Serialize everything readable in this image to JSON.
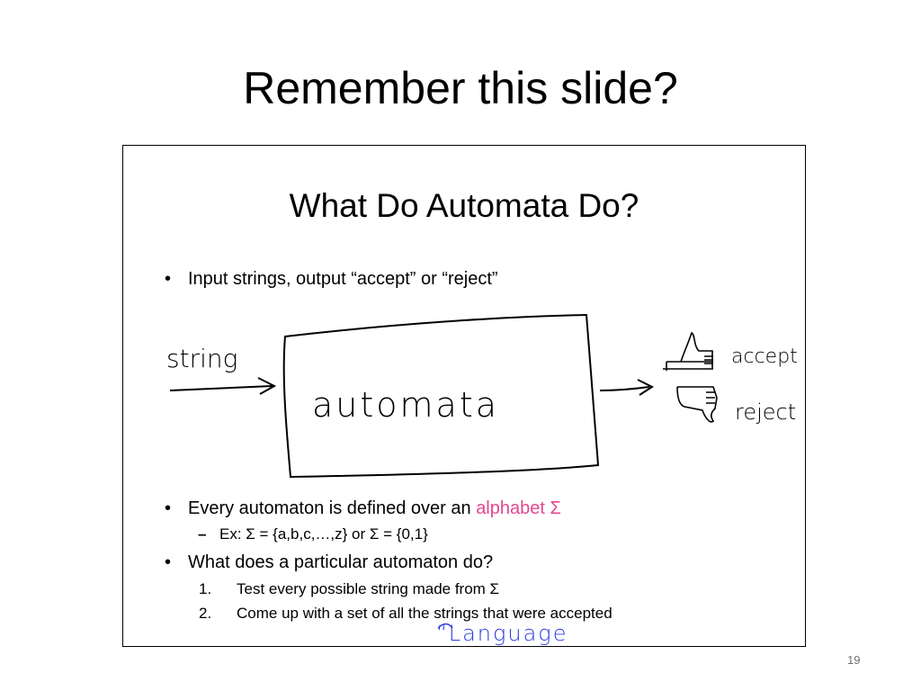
{
  "slide": {
    "title": "Remember this slide?",
    "page_number": "19"
  },
  "inner_slide": {
    "title": "What Do Automata Do?",
    "bullet1": "Input strings, output “accept” or “reject”",
    "bullet2_prefix": "Every automaton is defined over an ",
    "bullet2_highlight": "alphabet Σ",
    "sub_example": "Ex:  Σ = {a,b,c,…,z} or Σ = {0,1}",
    "bullet3": "What does a particular automaton do?",
    "steps": [
      {
        "num": "1.",
        "text": "Test every possible string made from Σ"
      },
      {
        "num": "2.",
        "text": "Come up with a set of all the strings that were accepted"
      }
    ],
    "colors": {
      "highlight": "#e3478f",
      "annotation": "#2a3de0"
    }
  },
  "annotations": {
    "input_label": "string",
    "box_label": "automata",
    "accept_label": "accept",
    "reject_label": "reject",
    "language_note": "“Language"
  },
  "icons": [
    "thumbs-up-icon",
    "thumbs-down-icon",
    "bullet-icon"
  ]
}
